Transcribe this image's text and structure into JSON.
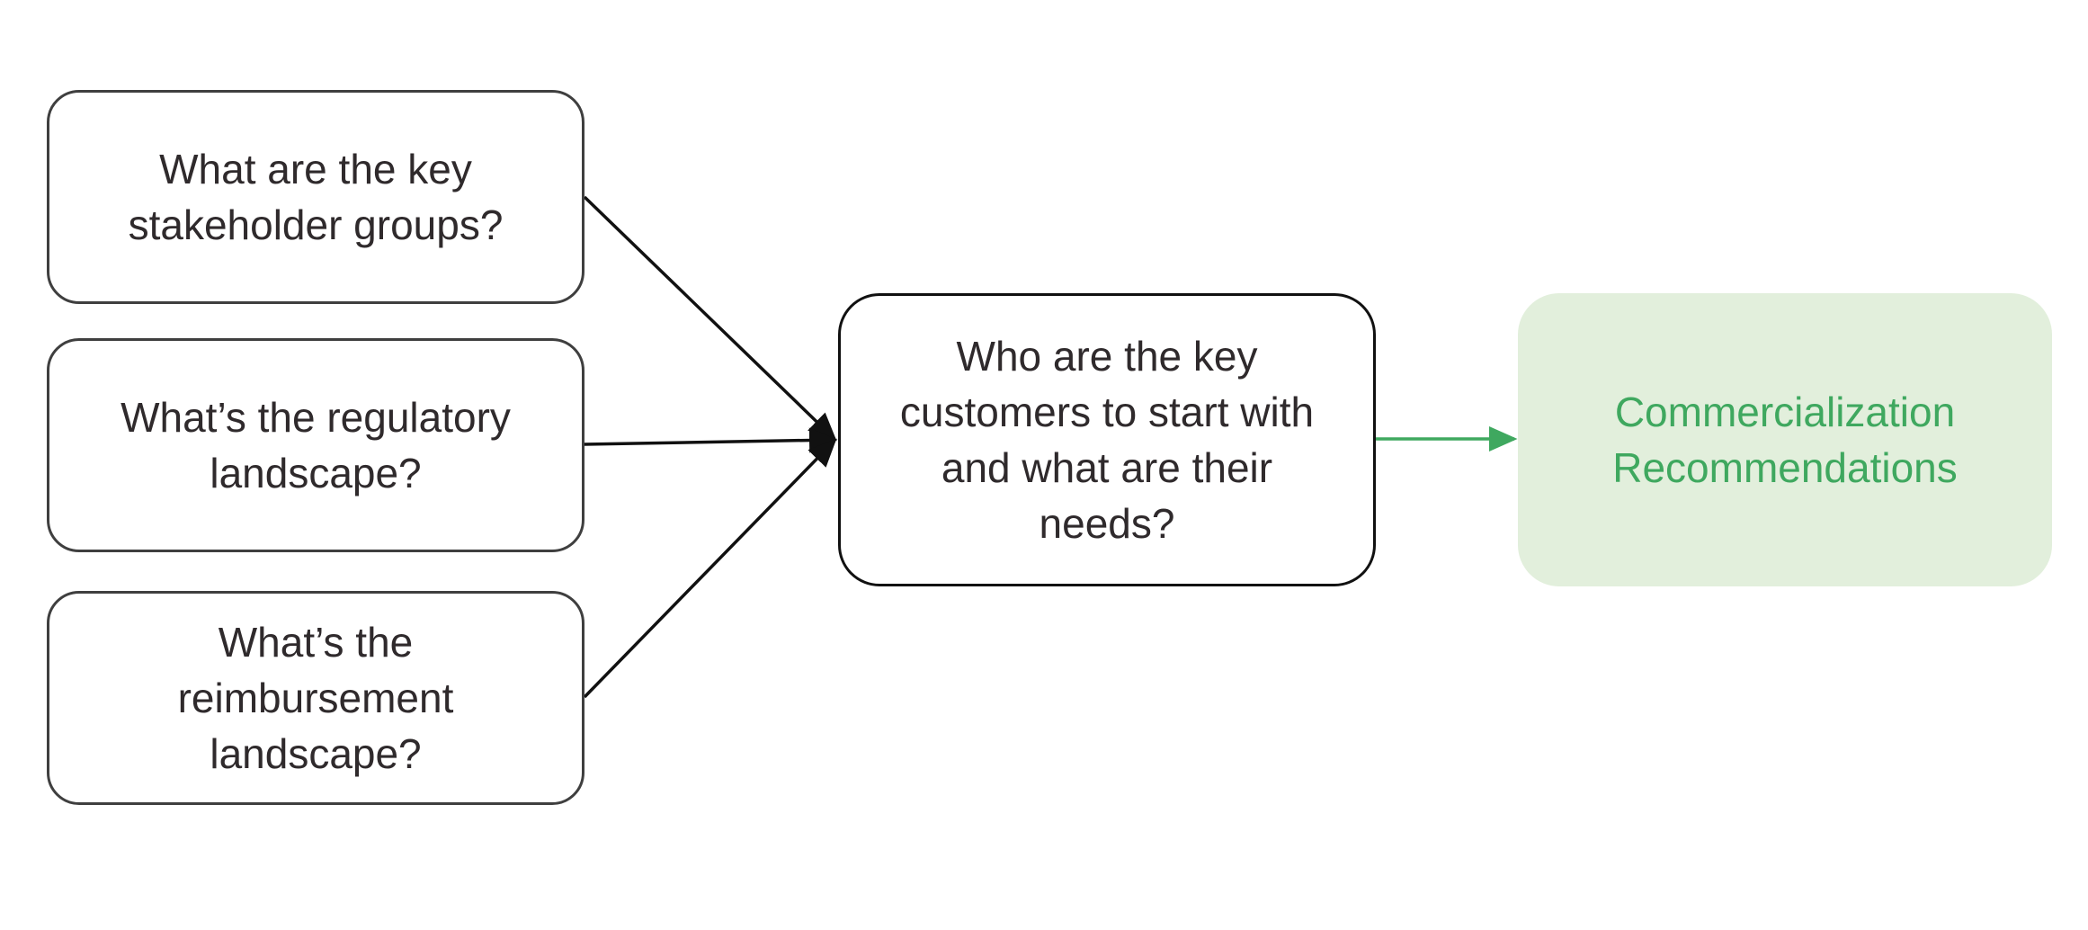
{
  "diagram": {
    "nodes": [
      {
        "id": "stakeholders",
        "lines": [
          "What are the key",
          "stakeholder groups?"
        ]
      },
      {
        "id": "regulatory",
        "lines": [
          "What’s the regulatory",
          "landscape?"
        ]
      },
      {
        "id": "reimbursement",
        "lines": [
          "What’s the",
          "reimbursement",
          "landscape?"
        ]
      },
      {
        "id": "customers",
        "lines": [
          "Who are the key",
          "customers to start with",
          "and what are their",
          "needs?"
        ]
      },
      {
        "id": "recommendations",
        "lines": [
          "Commercialization",
          "Recommendations"
        ]
      }
    ],
    "edges": [
      {
        "from": "stakeholders",
        "to": "customers"
      },
      {
        "from": "regulatory",
        "to": "customers"
      },
      {
        "from": "reimbursement",
        "to": "customers"
      },
      {
        "from": "customers",
        "to": "recommendations"
      }
    ],
    "colors": {
      "box_border": "#3f3f3f",
      "text": "#2f2a2c",
      "connector": "#111111",
      "outcome_fill": "#e2efdc",
      "outcome_text": "#3fa85f",
      "outcome_arrow": "#3fa85f"
    }
  }
}
